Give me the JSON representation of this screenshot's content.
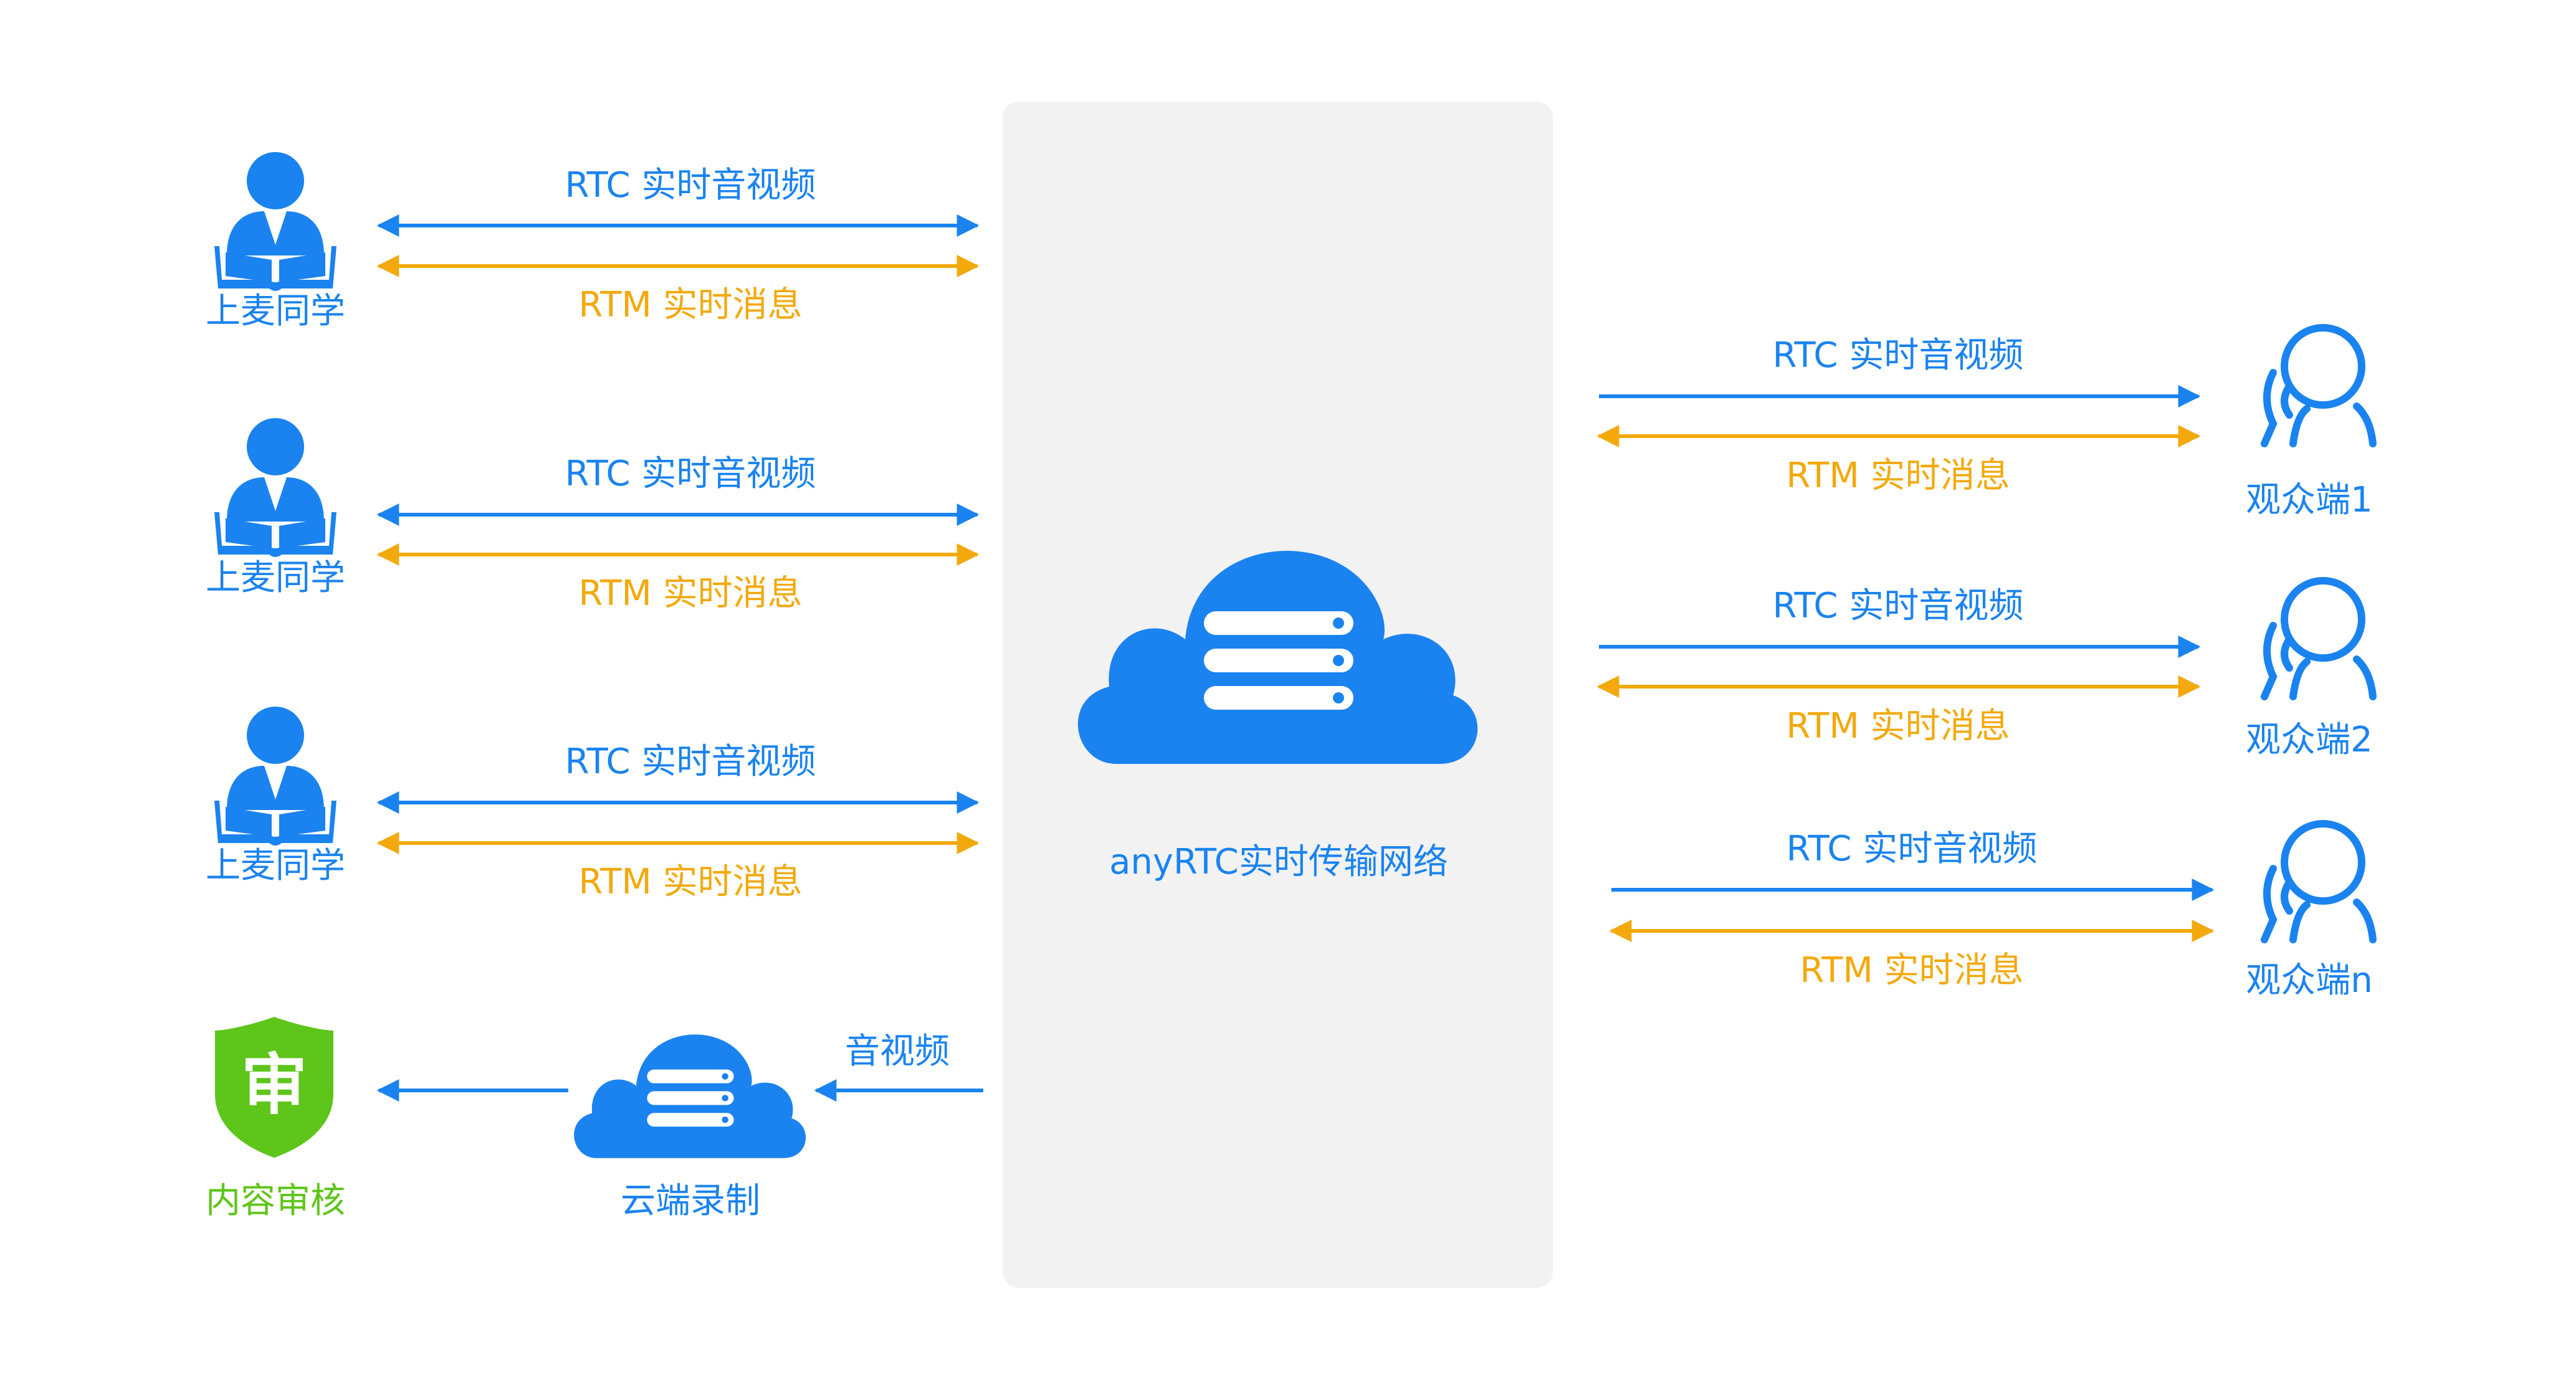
{
  "hub": {
    "label": "anyRTC实时传输网络",
    "icon": "cloud-server-icon"
  },
  "left_clients": [
    {
      "label": "上麦同学",
      "icon": "student-reading-icon",
      "rtc": "RTC 实时音视频",
      "rtm": "RTM 实时消息"
    },
    {
      "label": "上麦同学",
      "icon": "student-reading-icon",
      "rtc": "RTC 实时音视频",
      "rtm": "RTM 实时消息"
    },
    {
      "label": "上麦同学",
      "icon": "student-reading-icon",
      "rtc": "RTC 实时音视频",
      "rtm": "RTM 实时消息"
    }
  ],
  "viewers": [
    {
      "label": "观众端1",
      "icon": "viewer-person-icon",
      "rtc": "RTC 实时音视频",
      "rtm": "RTM 实时消息"
    },
    {
      "label": "观众端2",
      "icon": "viewer-person-icon",
      "rtc": "RTC 实时音视频",
      "rtm": "RTM 实时消息"
    },
    {
      "label": "观众端n",
      "icon": "viewer-person-icon",
      "rtc": "RTC 实时音视频",
      "rtm": "RTM 实时消息"
    }
  ],
  "recording": {
    "label": "云端录制",
    "icon": "cloud-server-icon",
    "input_label": "音视频"
  },
  "moderation": {
    "label": "内容审核",
    "icon": "shield-review-icon",
    "glyph": "审"
  },
  "colors": {
    "rtc_blue": "#1a83f0",
    "rtm_orange": "#f3a90c",
    "moderation_green": "#5ec51a",
    "hub_bg": "#f2f2f2"
  }
}
